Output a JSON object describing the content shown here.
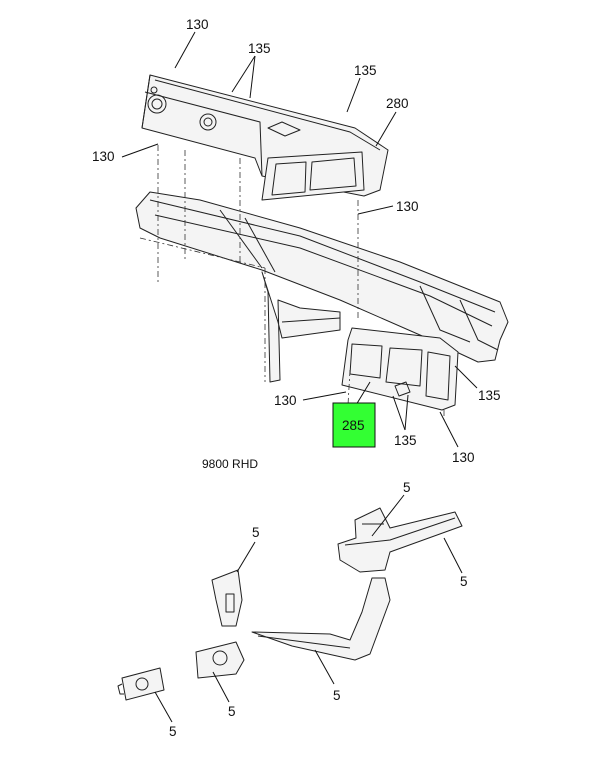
{
  "callouts": {
    "c130_top": "130",
    "c135_top": "135",
    "c135_right": "135",
    "c280": "280",
    "c130_left": "130",
    "c130_mid": "130",
    "c130_low": "130",
    "c285": "285",
    "c135_bottom": "135",
    "c135_side": "135",
    "c130_bottom": "130",
    "c5_a": "5",
    "c5_b": "5",
    "c5_c": "5",
    "c5_d": "5",
    "c5_e": "5",
    "c5_f": "5"
  },
  "caption": "9800 RHD",
  "highlight_color": "#33ff33"
}
